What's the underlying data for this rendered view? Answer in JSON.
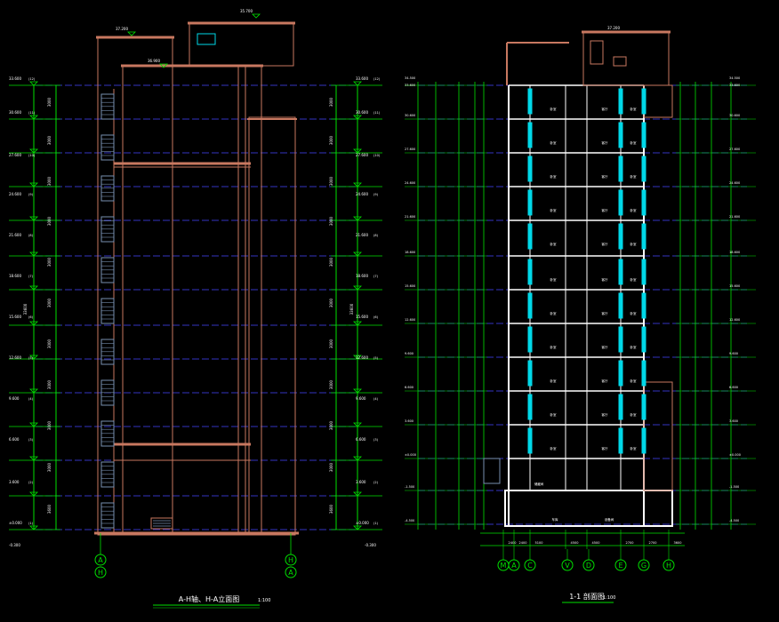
{
  "colors": {
    "background": "#000000",
    "building": "#c87860",
    "dimension": "#00e000",
    "gridline": "#4444ff",
    "text": "#ffffff",
    "glass": "#00d8e8",
    "window": "#7890b0",
    "axis_bubble": "#00e000",
    "section_wall": "#ffffff"
  },
  "left_drawing": {
    "title": "A-H轴、H-A立面图",
    "scale": "1:100",
    "axis_bubbles": [
      {
        "top": "A",
        "bottom": "H"
      },
      {
        "top": "H",
        "bottom": "A"
      }
    ],
    "left_levels": [
      "33.600",
      "30.600",
      "27.600",
      "24.600",
      "21.600",
      "18.600",
      "15.600",
      "12.600",
      "9.600",
      "6.600",
      "3.600",
      "±0.000"
    ],
    "right_levels": [
      "33.600",
      "30.600",
      "27.600",
      "24.600",
      "21.600",
      "18.600",
      "15.600",
      "12.600",
      "9.600",
      "6.600",
      "3.600",
      "±0.000"
    ],
    "floor_dims": [
      "3000",
      "3000",
      "3000",
      "3000",
      "3000",
      "3000",
      "3000",
      "3000",
      "3000",
      "3000",
      "3600"
    ],
    "total_height": "33600",
    "roof_levels": [
      "37.200",
      "36.900",
      "35.700"
    ],
    "ground_label": "-0.300"
  },
  "right_drawing": {
    "title": "1-1 剖面图",
    "scale": "1:100",
    "axis_bubbles": [
      "M",
      "A",
      "C",
      "V",
      "D",
      "E",
      "G",
      "H"
    ],
    "left_levels": [
      "34.500",
      "33.600",
      "30.600",
      "27.600",
      "24.600",
      "21.600",
      "18.600",
      "15.600",
      "12.600",
      "9.600",
      "6.600",
      "3.600",
      "±0.000",
      "-1.500",
      "-4.500"
    ],
    "right_levels": [
      "34.500",
      "33.600",
      "30.600",
      "27.600",
      "24.600",
      "21.600",
      "18.600",
      "15.600",
      "12.600",
      "9.600",
      "6.600",
      "3.600",
      "±0.000",
      "-1.500",
      "-4.500"
    ],
    "room_labels": [
      "卧室",
      "客厅",
      "卧室",
      "卧室",
      "客厅",
      "卧室",
      "卧室",
      "客厅",
      "卧室",
      "卧室",
      "客厅",
      "卧室",
      "卧室",
      "客厅",
      "卧室",
      "卧室",
      "客厅",
      "卧室",
      "卧室",
      "客厅",
      "卧室",
      "卧室",
      "客厅",
      "卧室",
      "卧室",
      "客厅",
      "卧室",
      "卧室",
      "客厅",
      "卧室",
      "卧室",
      "客厅",
      "卧室"
    ],
    "basement_labels": [
      "储藏间",
      "车库",
      "设备间"
    ],
    "bottom_dims": [
      "2400",
      "2400",
      "5100",
      "4500",
      "4500",
      "2700",
      "2700",
      "3600"
    ],
    "top_level": "37.200"
  }
}
